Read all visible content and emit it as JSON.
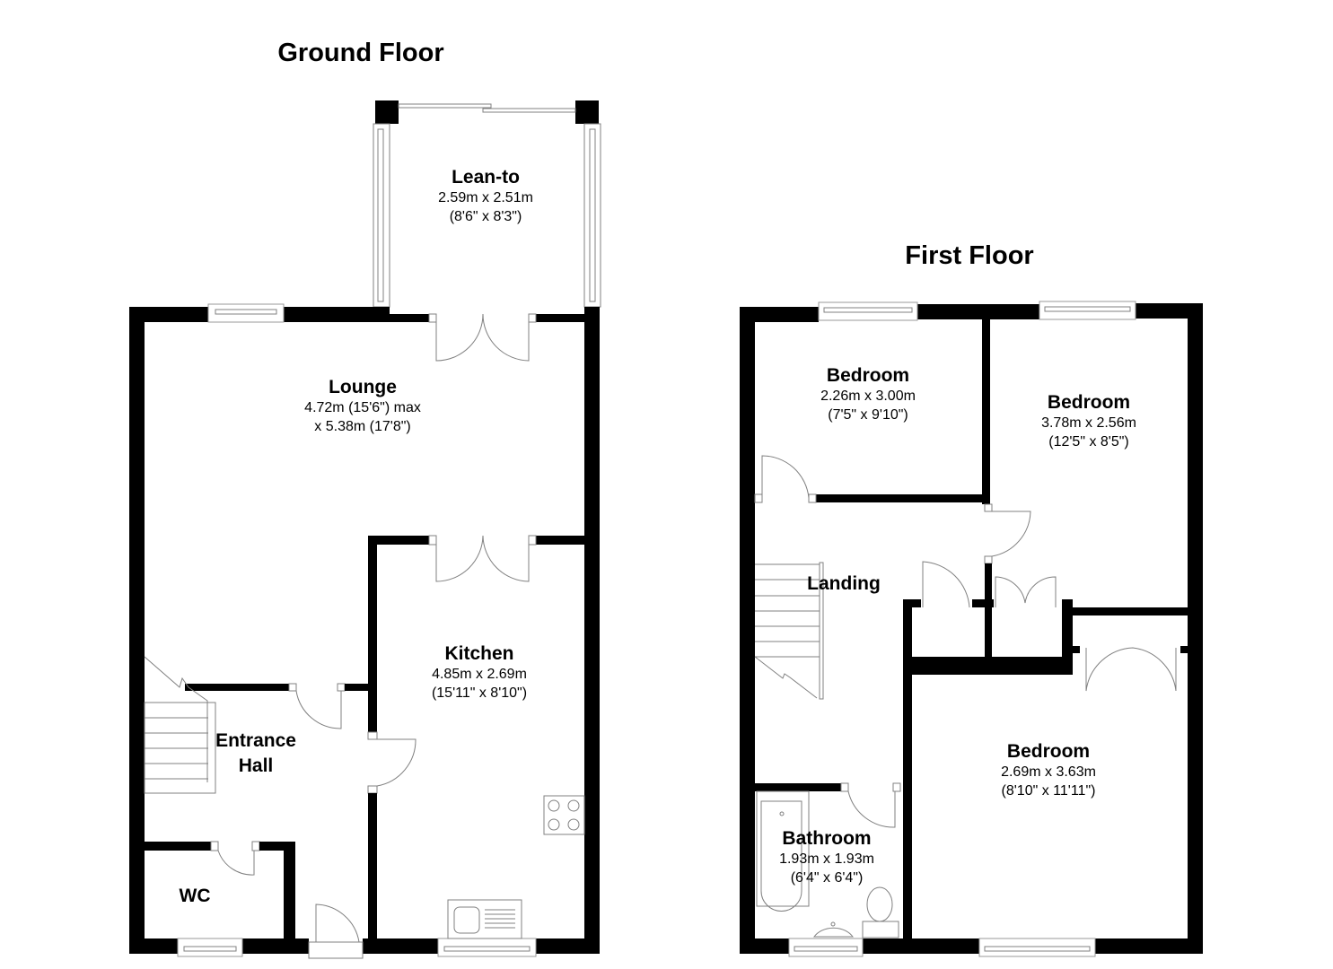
{
  "floors": [
    {
      "title": "Ground Floor",
      "rooms": [
        {
          "name": "Lean-to",
          "dim_metric": "2.59m x 2.51m",
          "dim_imperial": "(8'6\" x 8'3\")"
        },
        {
          "name": "Lounge",
          "dim_metric": "4.72m (15'6\") max",
          "dim_imperial": "x 5.38m (17'8\")"
        },
        {
          "name": "Kitchen",
          "dim_metric": "4.85m x 2.69m",
          "dim_imperial": "(15'11\" x 8'10\")"
        },
        {
          "name": "Entrance",
          "name2": "Hall"
        },
        {
          "name": "WC"
        }
      ]
    },
    {
      "title": "First Floor",
      "rooms": [
        {
          "name": "Bedroom",
          "dim_metric": "2.26m x 3.00m",
          "dim_imperial": "(7'5\" x 9'10\")"
        },
        {
          "name": "Bedroom",
          "dim_metric": "3.78m x 2.56m",
          "dim_imperial": "(12'5\" x 8'5\")"
        },
        {
          "name": "Landing"
        },
        {
          "name": "Bedroom",
          "dim_metric": "2.69m x 3.63m",
          "dim_imperial": "(8'10\" x 11'11\")"
        },
        {
          "name": "Bathroom",
          "dim_metric": "1.93m x 1.93m",
          "dim_imperial": "(6'4\" x 6'4\")"
        }
      ]
    }
  ]
}
